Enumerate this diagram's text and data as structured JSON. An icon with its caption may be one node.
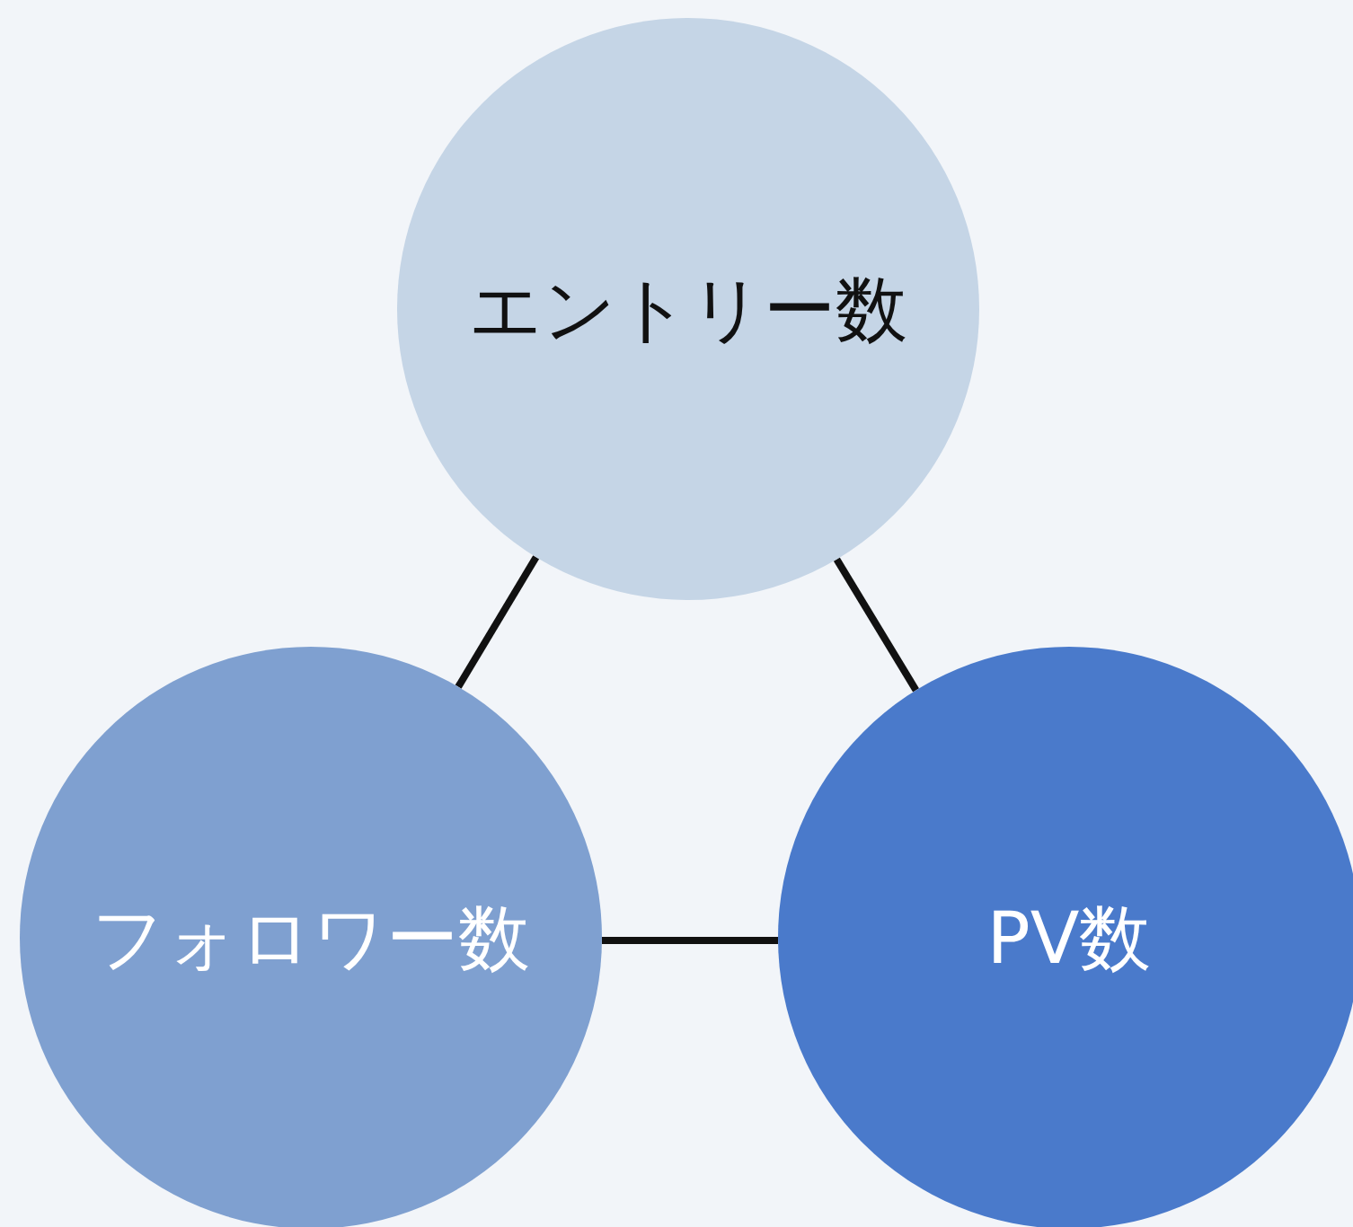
{
  "diagram": {
    "nodes": [
      {
        "text": [
          "エントリー数"
        ]
      },
      {
        "text": [
          "フォロワー数"
        ]
      },
      {
        "text": [
          "PV数"
        ]
      }
    ],
    "edges": [
      {
        "from": 0,
        "to": 1,
        "arrow": "none"
      },
      {
        "from": 0,
        "to": 2,
        "arrow": "none"
      },
      {
        "from": 1,
        "to": 2,
        "arrow": "none"
      }
    ]
  }
}
